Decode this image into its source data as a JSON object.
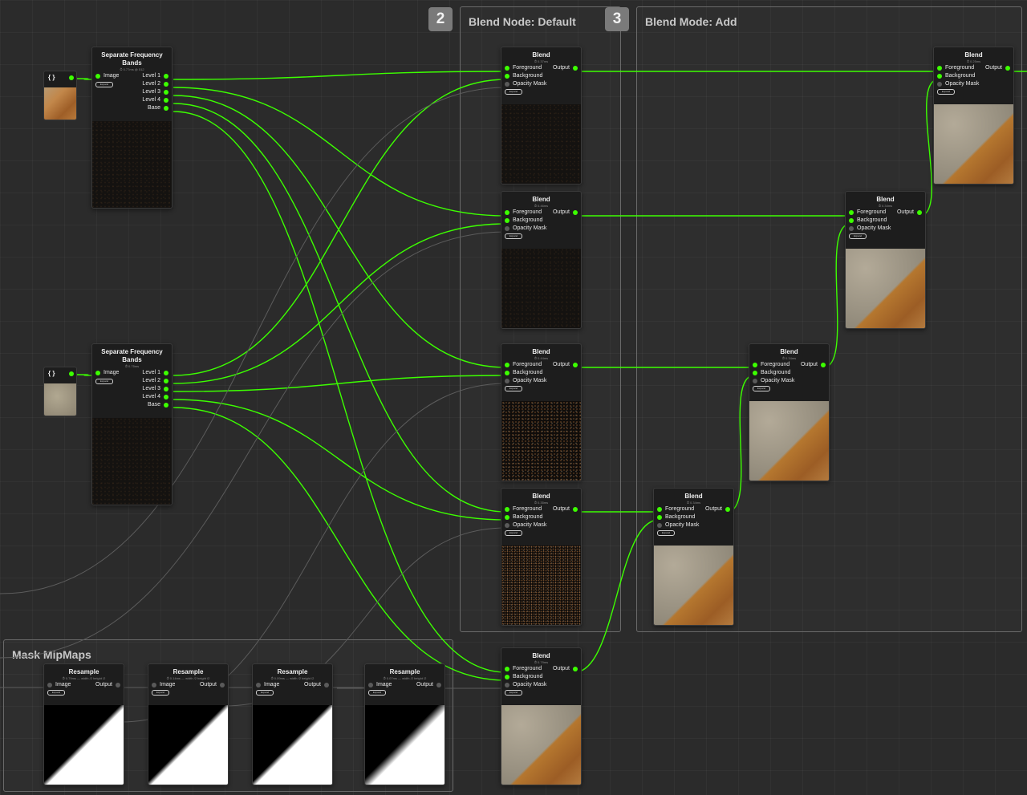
{
  "frames": {
    "blend_default": {
      "badge": "2",
      "title": "Blend Node: Default"
    },
    "blend_add": {
      "badge": "3",
      "title": "Blend Mode: Add"
    },
    "mask_mipmaps": {
      "title": "Mask MipMaps"
    }
  },
  "input_nodes": [
    {
      "icon": "{ }"
    },
    {
      "icon": "{ }"
    }
  ],
  "sep_nodes": [
    {
      "title": "Separate Frequency Bands",
      "time": "⏱ 0.77ms @ 512",
      "input": "Image",
      "badge": "Expand",
      "outputs": [
        "Level 1",
        "Level 2",
        "Level 3",
        "Level 4",
        "Base"
      ]
    },
    {
      "title": "Separate Frequency Bands",
      "time": "⏱ 0.75ms",
      "input": "Image",
      "badge": "Expand",
      "outputs": [
        "Level 1",
        "Level 2",
        "Level 3",
        "Level 4",
        "Base"
      ]
    }
  ],
  "blend_default_nodes": [
    {
      "title": "Blend",
      "time": "⏱ 0.37ms",
      "inputs": [
        "Foreground",
        "Background",
        "Opacity Mask"
      ],
      "output": "Output",
      "badge": "Expand"
    },
    {
      "title": "Blend",
      "time": "⏱ 0.46ms",
      "inputs": [
        "Foreground",
        "Background",
        "Opacity Mask"
      ],
      "output": "Output",
      "badge": "Expand"
    },
    {
      "title": "Blend",
      "time": "⏱ 0.44ms",
      "inputs": [
        "Foreground",
        "Background",
        "Opacity Mask"
      ],
      "output": "Output",
      "badge": "Expand"
    },
    {
      "title": "Blend",
      "time": "⏱ 0.35ms",
      "inputs": [
        "Foreground",
        "Background",
        "Opacity Mask"
      ],
      "output": "Output",
      "badge": "Expand"
    },
    {
      "title": "Blend",
      "time": "⏱ 0.79ms",
      "inputs": [
        "Foreground",
        "Background",
        "Opacity Mask"
      ],
      "output": "Output",
      "badge": "Expand"
    }
  ],
  "blend_add_nodes": [
    {
      "title": "Blend",
      "time": "⏱ 0.25ms",
      "inputs": [
        "Foreground",
        "Background",
        "Opacity Mask"
      ],
      "output": "Output",
      "badge": "Expand"
    },
    {
      "title": "Blend",
      "time": "⏱ 0.34ms",
      "inputs": [
        "Foreground",
        "Background",
        "Opacity Mask"
      ],
      "output": "Output",
      "badge": "Expand"
    },
    {
      "title": "Blend",
      "time": "⏱ 0.34ms",
      "inputs": [
        "Foreground",
        "Background",
        "Opacity Mask"
      ],
      "output": "Output",
      "badge": "Expand"
    },
    {
      "title": "Blend",
      "time": "⏱ 0.34ms",
      "inputs": [
        "Foreground",
        "Background",
        "Opacity Mask"
      ],
      "output": "Output",
      "badge": "Expand"
    }
  ],
  "resample_nodes": [
    {
      "title": "Resample",
      "time": "⏱ 0.79ms — width /2 height /2",
      "input": "Image",
      "output": "Output",
      "badge": "Expand"
    },
    {
      "title": "Resample",
      "time": "⏱ 0.14ms — width /2 height /2",
      "input": "Image",
      "output": "Output",
      "badge": "Expand"
    },
    {
      "title": "Resample",
      "time": "⏱ 0.09ms — width /2 height /2",
      "input": "Image",
      "output": "Output",
      "badge": "Expand"
    },
    {
      "title": "Resample",
      "time": "⏱ 0.07ms — width /2 height /2",
      "input": "Image",
      "output": "Output",
      "badge": "Expand"
    }
  ],
  "colors": {
    "wire_active": "#3cff00",
    "wire_inactive": "#5c5c5c",
    "background": "#2b2b2b",
    "node_body": "#1d1d1d"
  }
}
